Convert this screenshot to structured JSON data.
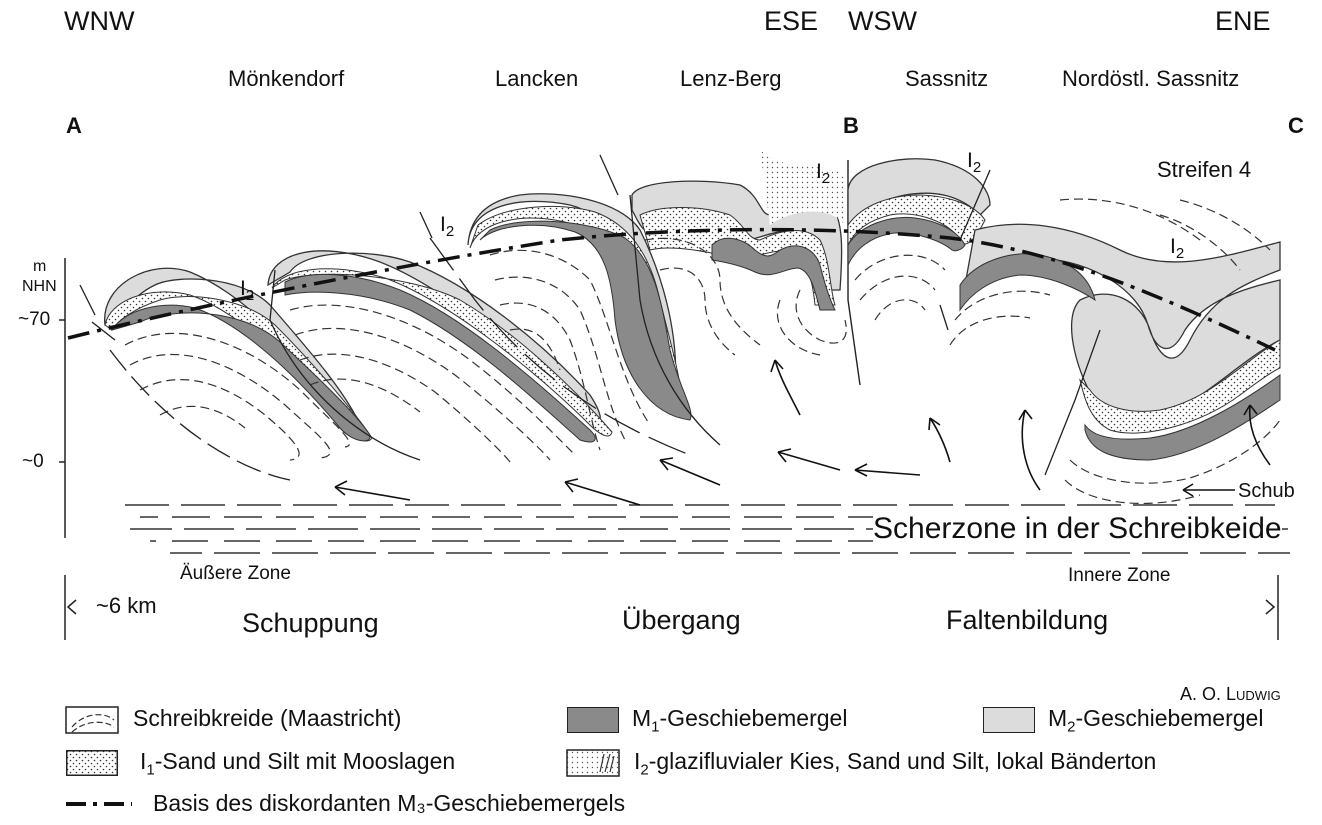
{
  "header": {
    "directions": [
      "WNW",
      "ESE",
      "WSW",
      "ENE"
    ],
    "places": [
      "Mönkendorf",
      "Lancken",
      "Lenz-Berg",
      "Sassnitz",
      "Nordöstl. Sassnitz"
    ],
    "section_points": [
      "A",
      "B",
      "C"
    ]
  },
  "diagram": {
    "strip_label": "Streifen 4",
    "axis_unit": "m",
    "axis_datum": "NHN",
    "axis_ticks": [
      "~70",
      "~0"
    ],
    "i2_label": "I",
    "i2_sub": "2",
    "push_label": "Schub",
    "shear_zone": "Scherzone in der Schreibkeide",
    "outer_zone": "Äußere Zone",
    "inner_zone": "Innere Zone",
    "scale": "~6 km",
    "processes": [
      "Schuppung",
      "Übergang",
      "Faltenbildung"
    ],
    "author": "A. O. Ludwig"
  },
  "legend": {
    "items": [
      {
        "label": "Schreibkreide (Maastricht)"
      },
      {
        "prefix": "M",
        "sub": "1",
        "label": "-Geschiebemergel",
        "color": "#8a8a8a"
      },
      {
        "prefix": "M",
        "sub": "2",
        "label": "-Geschiebemergel",
        "color": "#dcdcdc"
      },
      {
        "prefix": "I",
        "sub": "1",
        "label": "-Sand und Silt mit Mooslagen"
      },
      {
        "prefix": "I",
        "sub": "2",
        "label": "-glazifluvialer Kies, Sand und Silt, lokal Bänderton"
      }
    ],
    "base_line": "Basis des diskordanten M₃-Geschiebemergels"
  }
}
